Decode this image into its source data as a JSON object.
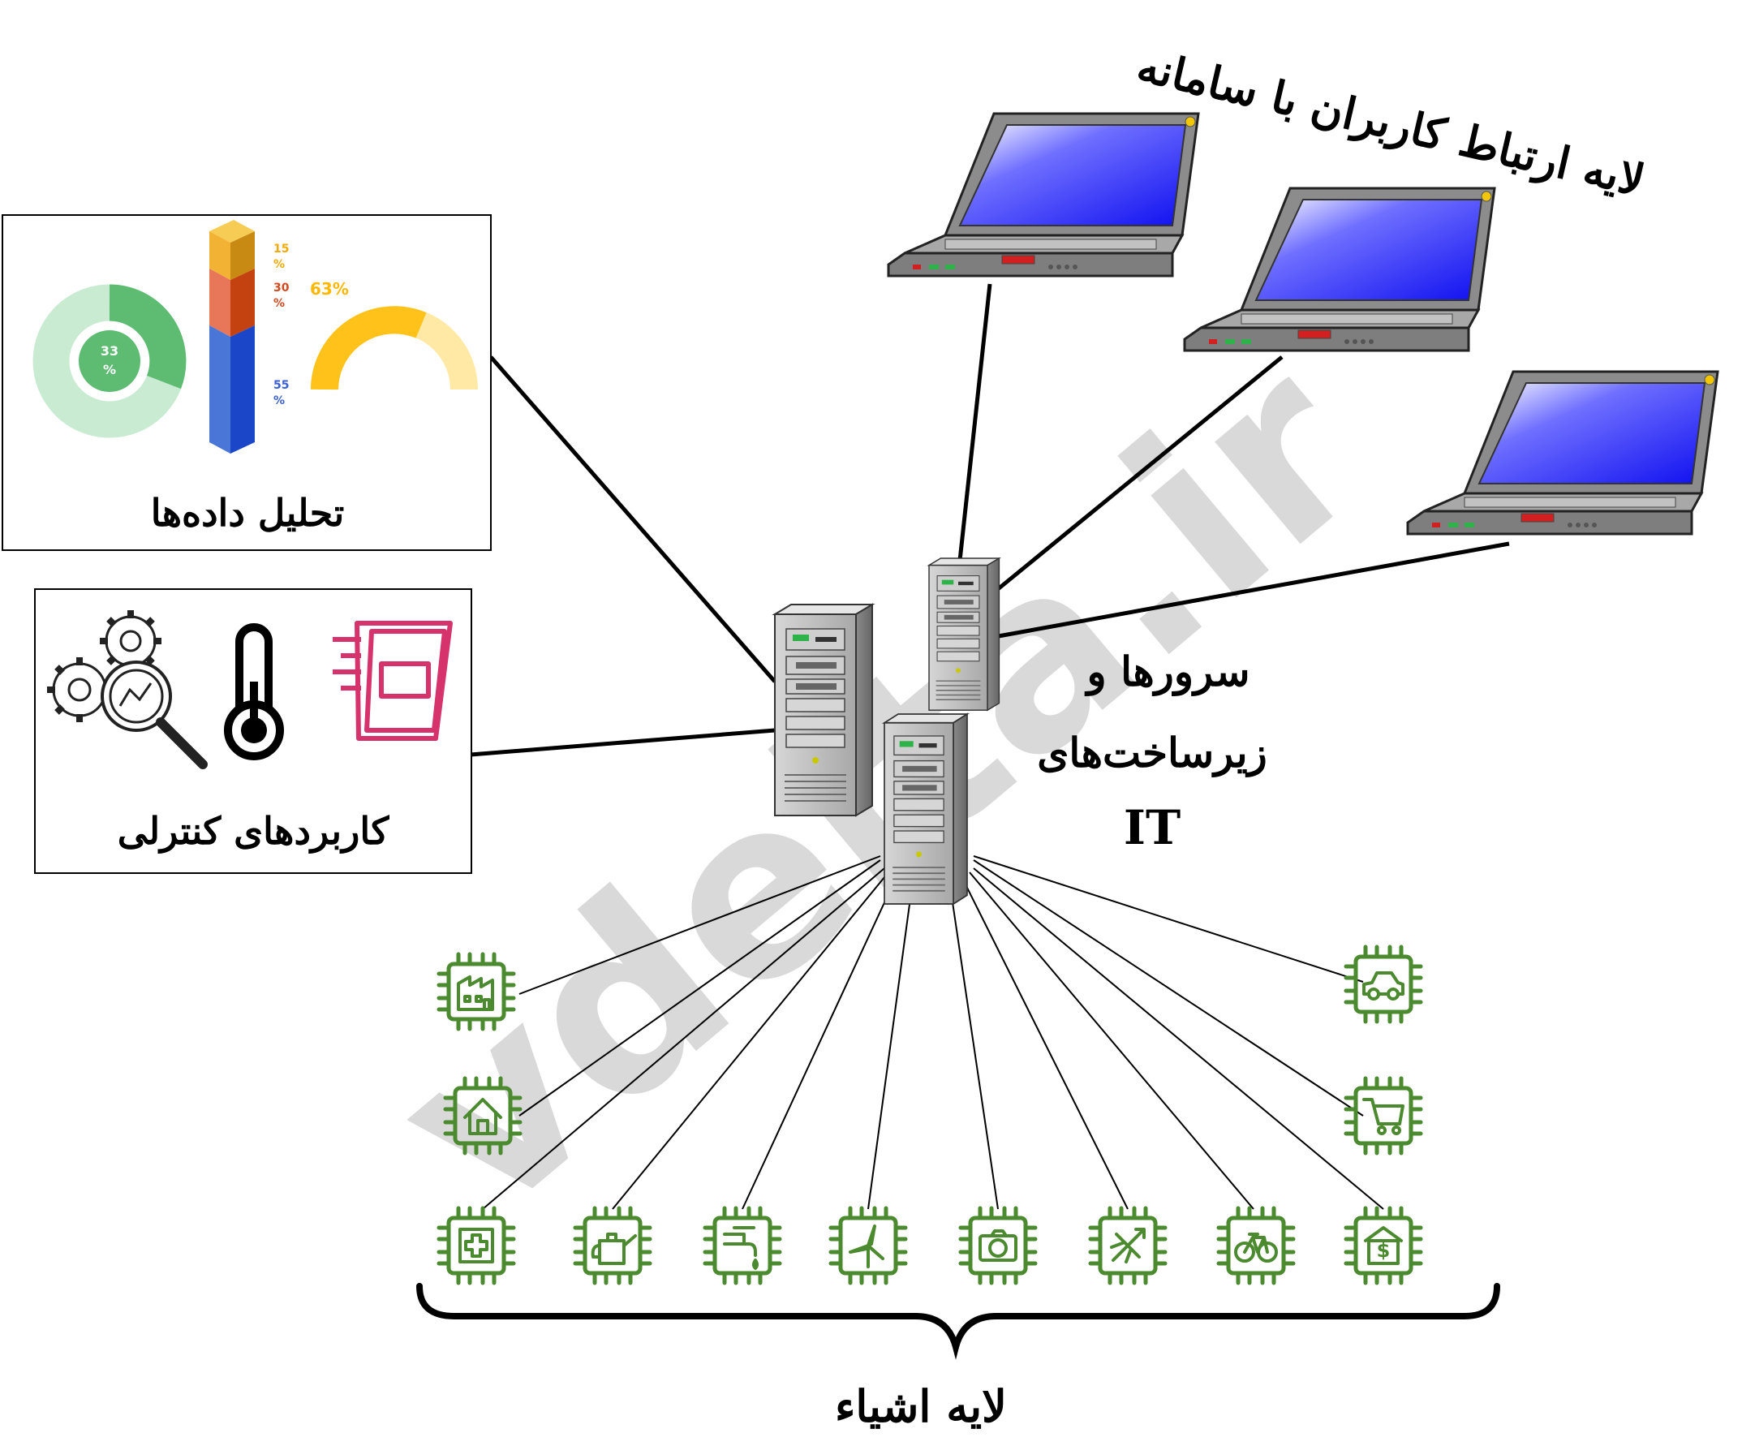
{
  "watermark": "vdelta.ir",
  "labels": {
    "user_layer": "لایه ارتباط کاربران با سامانه",
    "data_analysis": "تحلیل داده‌ها",
    "control_apps": "کاربردهای کنترلی",
    "servers_line1": "سرورها و",
    "servers_line2": "زیرساخت‌های",
    "servers_line3": "IT",
    "things_layer": "لایه اشیاء"
  },
  "analytics": {
    "donut_percent": "33",
    "donut_unit": "%",
    "bar_segments": [
      {
        "value": "15",
        "unit": "%",
        "color": "#f2b233"
      },
      {
        "value": "30",
        "unit": "%",
        "color": "#e8775a"
      },
      {
        "value": "55",
        "unit": "%",
        "color": "#4a76d8"
      }
    ],
    "gauge_percent": "63%",
    "colors": {
      "donut": "#5dbb72",
      "donut_light": "#c8ebd1",
      "gauge": "#ffc21a",
      "gauge_light": "#ffe9a5"
    }
  },
  "colors": {
    "iot_green": "#4b8a2e",
    "pink": "#d6336c",
    "screen_blue": "#1a1aff"
  },
  "icons": [
    "factory-icon",
    "house-icon",
    "medical-icon",
    "watering-can-icon",
    "faucet-icon",
    "wind-turbine-icon",
    "camera-icon",
    "airplane-icon",
    "bicycle-icon",
    "bank-icon",
    "car-icon",
    "cart-icon"
  ]
}
